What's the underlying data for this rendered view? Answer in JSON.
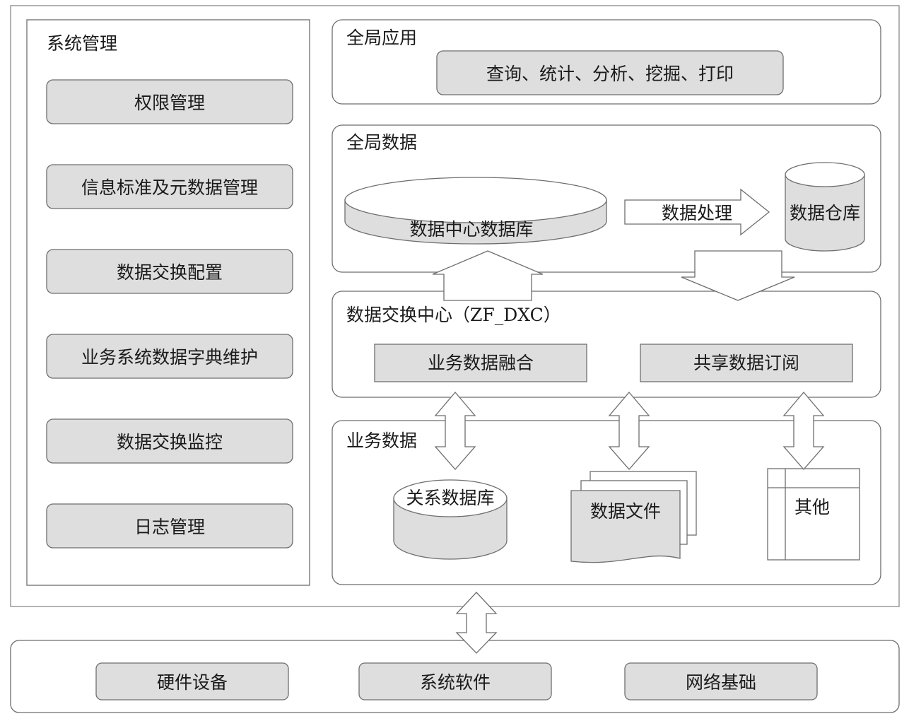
{
  "system_mgmt": {
    "title": "系统管理",
    "items": [
      "权限管理",
      "信息标准及元数据管理",
      "数据交换配置",
      "业务系统数据字典维护",
      "数据交换监控",
      "日志管理"
    ]
  },
  "global_app": {
    "title": "全局应用",
    "functions": "查询、统计、分析、挖掘、打印"
  },
  "global_data": {
    "title": "全局数据",
    "center_db": "数据中心数据库",
    "processing": "数据处理",
    "warehouse": "数据仓库"
  },
  "exchange_center": {
    "title": "数据交换中心（ZF_DXC）",
    "fusion": "业务数据融合",
    "subscription": "共享数据订阅"
  },
  "business_data": {
    "title": "业务数据",
    "relational_db": "关系数据库",
    "data_files": "数据文件",
    "other": "其他"
  },
  "infrastructure": {
    "items": [
      "硬件设备",
      "系统软件",
      "网络基础"
    ]
  }
}
